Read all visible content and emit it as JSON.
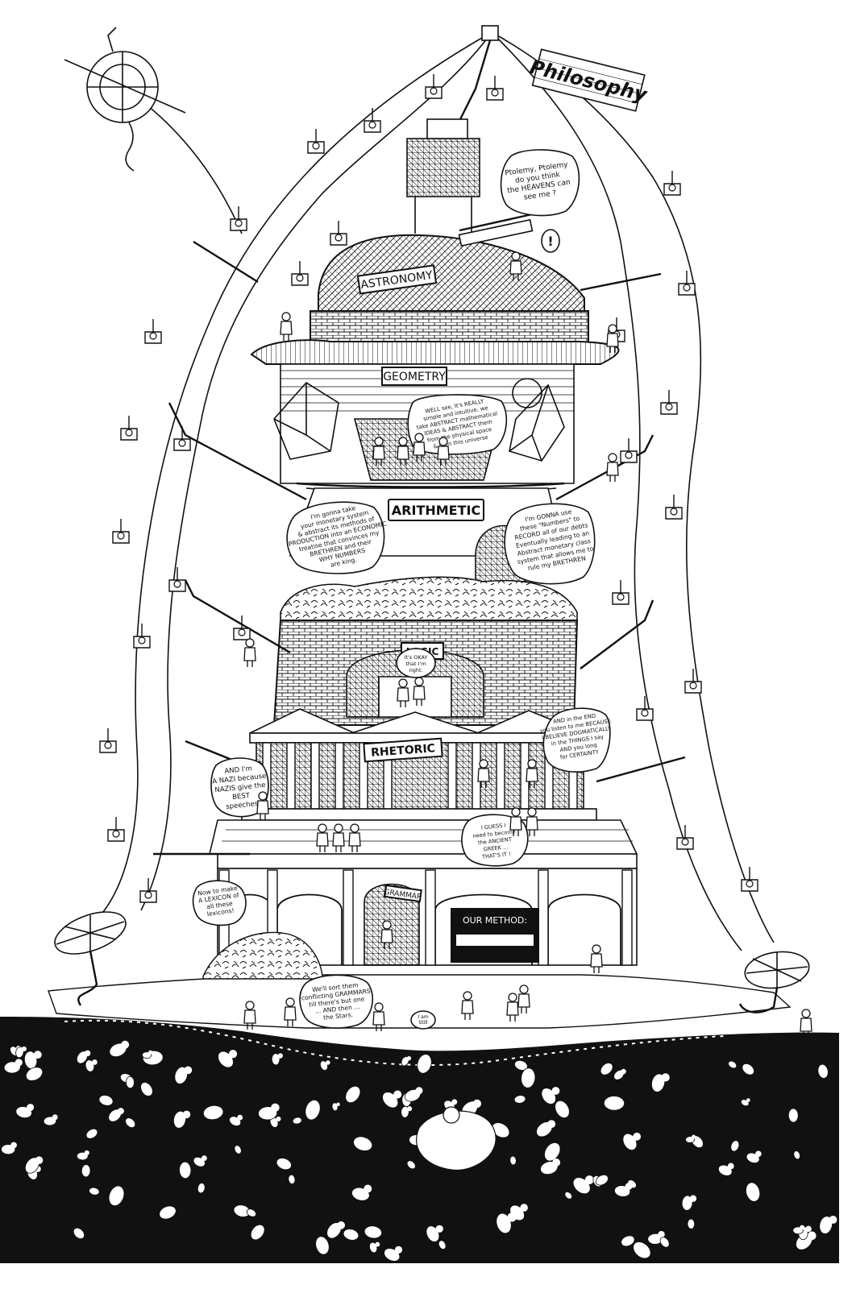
{
  "labels": {
    "philosophy": "Philosophy",
    "astronomy": "ASTRONOMY",
    "geometry": "GEOMETRY",
    "arithmetic": "ARITHMETIC",
    "logic": "LOGIC",
    "rhetoric": "RHETORIC",
    "grammar": "GRAMMAR"
  },
  "bubbles": {
    "ptolemy": [
      "Ptolemy, Ptolemy",
      "do you think",
      "the HEAVENS can",
      "see me ?"
    ],
    "exclaim": "!",
    "geometry_speech": [
      "WELL see, It's REALLY",
      "simple and intuitive, we",
      "take ABSTRACT mathematical",
      "IDEAS & ABSTRACT them",
      "from the physical space",
      "& then this universe"
    ],
    "arith_left": [
      "I'm gonna take",
      "your monetary system",
      "& abstract its methods of",
      "PRODUCTION into an ECONOMIC",
      "treatise that convinces my",
      "BRETHREN and their",
      "WHY NUMBERS",
      "are king."
    ],
    "arith_right": [
      "I'm GONNA use",
      "these \"Numbers\" to",
      "RECORD all of our debts",
      "Eventually leading to an",
      "Abstract monetary class",
      "system that allows me to",
      "rule my BRETHREN"
    ],
    "logic_speech": [
      "It's OKAY",
      "that I'm",
      "right."
    ],
    "rhetoric_right": [
      "AND in the END",
      "you listen to me BECAUSE",
      "I BELIEVE DOGMATICALLY",
      "in the THINGS I say",
      "AND you long",
      "for CERTAINTY"
    ],
    "nazi": [
      "AND I'm",
      "A NAZI because",
      "NAZIS give the",
      "BEST",
      "speeches"
    ],
    "guess": [
      "I GUESS I",
      "need to become",
      "the ANCIENT",
      "GREEK ...",
      "THAT'S IT !"
    ],
    "lexicon": [
      "Now to make",
      "A LEXICON of",
      "all these",
      "lexicons!"
    ],
    "grammar_speech": [
      "We'll sort them",
      "conflicting GRAMMARS",
      "till there's but one",
      "... AND then ...",
      "the Stars."
    ],
    "small_tag": [
      "I am",
      "Still"
    ],
    "chalkboard_title": "OUR METHOD:"
  }
}
